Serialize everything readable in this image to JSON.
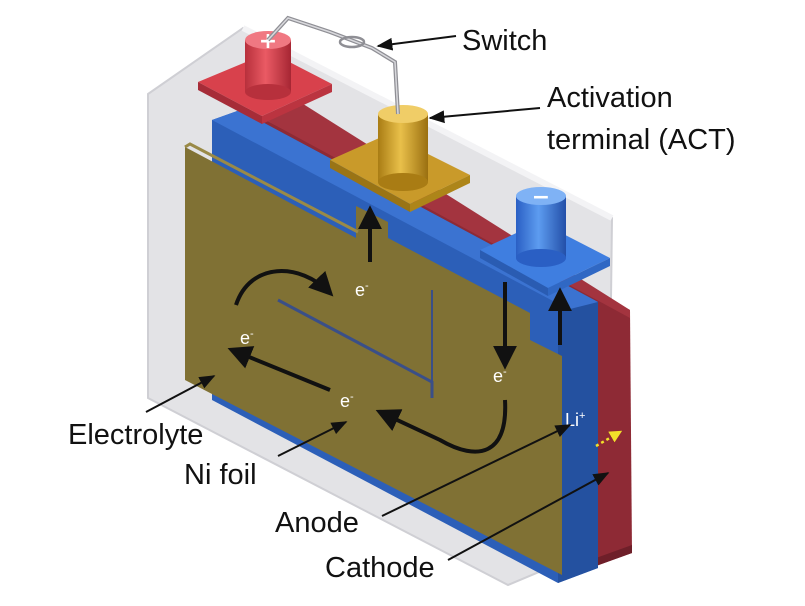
{
  "colors": {
    "cathode": "#8e2a35",
    "anode": "#2c5fb8",
    "ni_foil": "#807134",
    "positive_terminal": "#d8414c",
    "negative_terminal": "#3f7ee0",
    "act_terminal": "#c99a2a",
    "casing": "#e3e3e6",
    "arrow": "#111111",
    "li_arrow": "#f2e12a"
  },
  "labels": {
    "switch": "Switch",
    "act_line1": "Activation",
    "act_line2": "terminal  (ACT)",
    "electrolyte": "Electrolyte",
    "ni_foil": "Ni foil",
    "anode": "Anode",
    "cathode": "Cathode"
  },
  "symbols": {
    "positive": "+",
    "negative": "−"
  },
  "carriers": {
    "electron": "e",
    "electron_charge": "-",
    "lithium": "Li",
    "lithium_charge": "+"
  }
}
